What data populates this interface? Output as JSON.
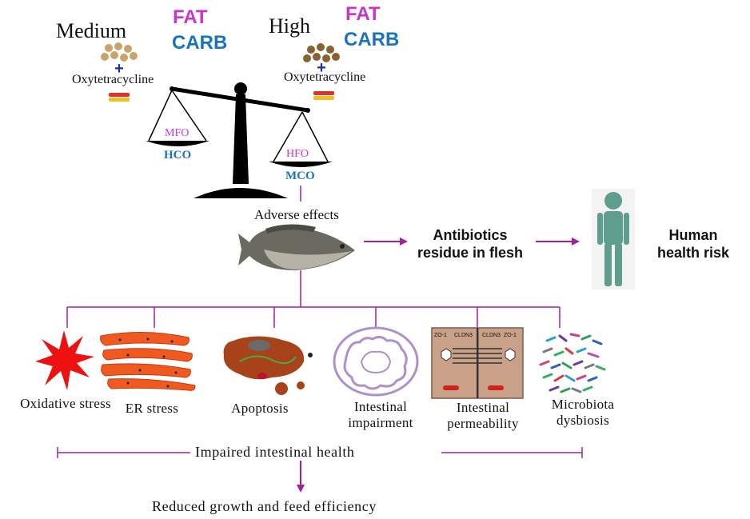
{
  "diet_medium": {
    "level": "Medium",
    "fat": "FAT",
    "carb": "CARB",
    "drug": "Oxytetracycline"
  },
  "diet_high": {
    "level": "High",
    "fat": "FAT",
    "carb": "CARB",
    "drug": "Oxytetracycline"
  },
  "left_pan": {
    "top": "MFO",
    "bottom": "HCO"
  },
  "right_pan": {
    "top": "HFO",
    "bottom": "MCO"
  },
  "adverse_effects": "Adverse effects",
  "residue": "Antibiotics residue in flesh",
  "human_risk": "Human health risk",
  "effects": [
    {
      "label": "Oxidative stress"
    },
    {
      "label": "ER stress"
    },
    {
      "label": "Apoptosis"
    },
    {
      "label": "Intestinal impairment"
    },
    {
      "label": "Intestinal permeability"
    },
    {
      "label": "Microbiota dysbiosis"
    }
  ],
  "tj_labels": {
    "zo1": "ZO-1",
    "cldn3": "CLDN3"
  },
  "impaired": "Impaired intestinal health",
  "reduced": "Reduced growth and feed efficiency",
  "colors": {
    "arrow": "#a020a0",
    "fat": "#cc33cc",
    "carb": "#1a73c0",
    "human": "#5f9e8f"
  }
}
